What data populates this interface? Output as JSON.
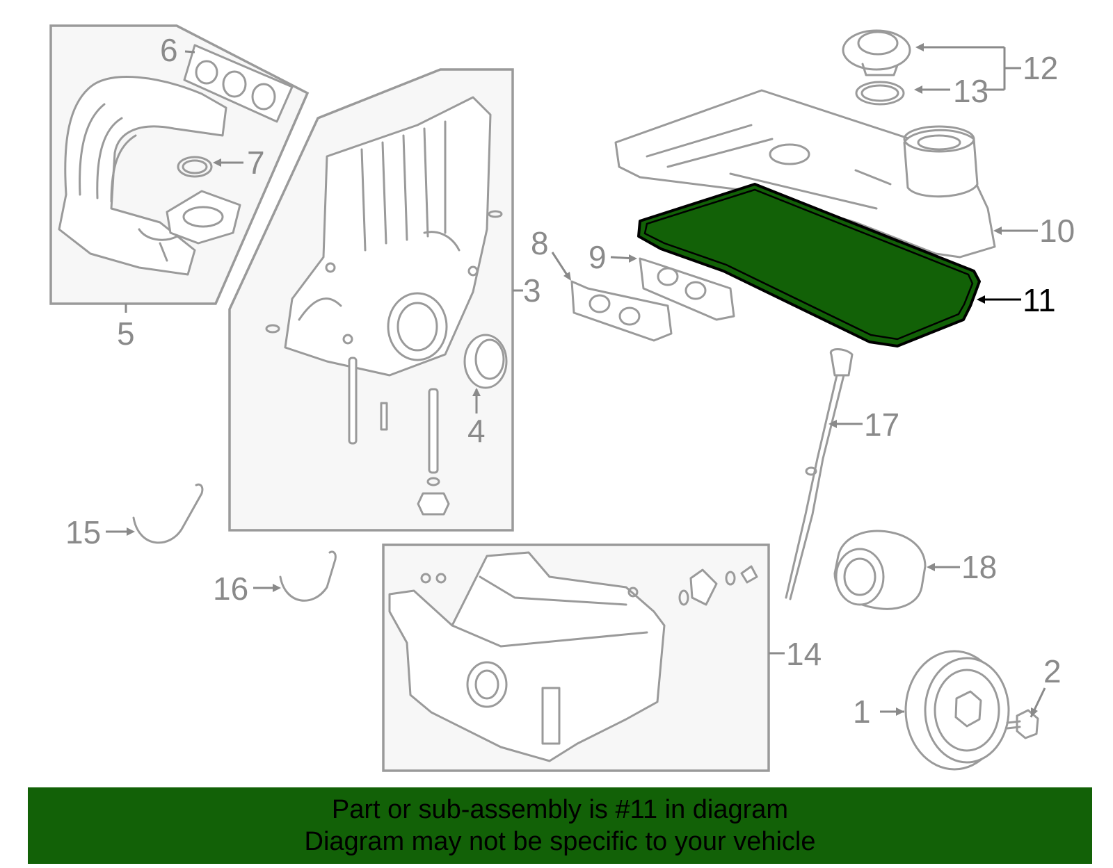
{
  "colors": {
    "highlight": "#126107",
    "banner_bg": "#126107",
    "line_gray": "#9a9a9a",
    "box_fill": "#f7f7f7"
  },
  "callouts": {
    "c1": "1",
    "c2": "2",
    "c3": "3",
    "c4": "4",
    "c5": "5",
    "c6": "6",
    "c7": "7",
    "c8": "8",
    "c9": "9",
    "c10": "10",
    "c11": "11",
    "c12": "12",
    "c13": "13",
    "c14": "14",
    "c15": "15",
    "c16": "16",
    "c17": "17",
    "c18": "18"
  },
  "highlighted_part": "11",
  "banner": {
    "line1": "Part or sub-assembly is #11 in diagram",
    "line2": "Diagram may not be specific to your vehicle"
  }
}
